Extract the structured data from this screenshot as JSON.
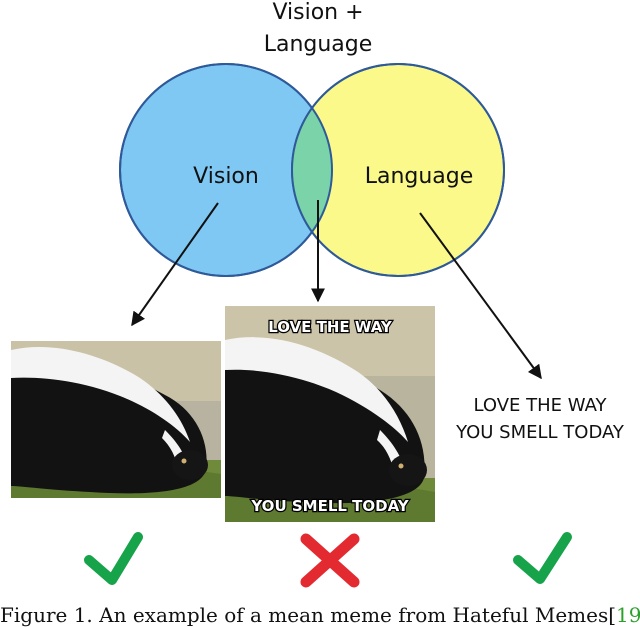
{
  "colors": {
    "vision_circle": "#7fc8f3",
    "language_circle": "#fbf98a",
    "overlap": "#7ad3a9",
    "circle_stroke": "#2f5a9a",
    "check": "#17a34a",
    "cross": "#e22a30",
    "citation": "#2ca02c",
    "meme_text": "#ffffff"
  },
  "venn": {
    "title_line1": "Vision +",
    "title_line2": "Language",
    "left_label": "Vision",
    "right_label": "Language"
  },
  "meme": {
    "top_text": "LOVE THE WAY",
    "bottom_text": "YOU SMELL TODAY"
  },
  "text_panel": {
    "line1": "LOVE THE WAY",
    "line2": "YOU SMELL TODAY"
  },
  "marks": {
    "left": "check-icon",
    "middle": "cross-icon",
    "right": "check-icon"
  },
  "caption": {
    "prefix": "Figure 1. An example of a mean meme from Hateful Memes[",
    "ref": "19",
    "suffix": "]."
  }
}
